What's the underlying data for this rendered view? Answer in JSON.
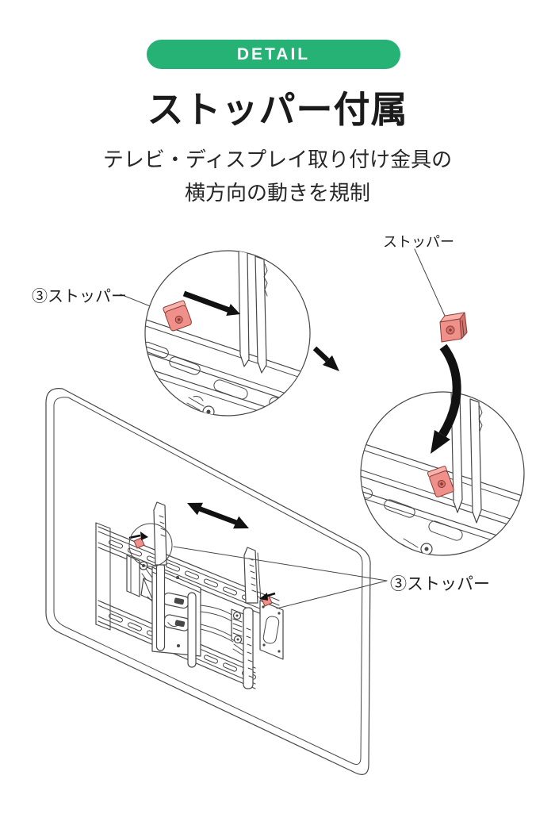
{
  "badge": {
    "label": "DETAIL",
    "background": "#26b275",
    "text_color": "#ffffff"
  },
  "heading": {
    "title": "ストッパー付属",
    "subtitle_line1": "テレビ・ディスプレイ取り付け金具の",
    "subtitle_line2": "横方向の動きを規制"
  },
  "diagram": {
    "labels": {
      "stopper_callout_left": "③ストッパー",
      "stopper_part": "ストッパー",
      "stopper_callout_bottom": "③ストッパー"
    },
    "icons": [
      "double-headed-arrow-icon",
      "right-arrow-icon",
      "left-arrow-icon",
      "down-right-arrow-icon",
      "curved-down-arrow-icon",
      "magnifier-callout-circle",
      "stopper-clip"
    ],
    "colors": {
      "line": "#474747",
      "arrow": "#111111",
      "stopper_front": "#f0908a",
      "stopper_top": "#f8b2ab",
      "stopper_side": "#d5736c",
      "stopper_outline": "#8a3b34",
      "badge_bg": "#26b275"
    }
  }
}
